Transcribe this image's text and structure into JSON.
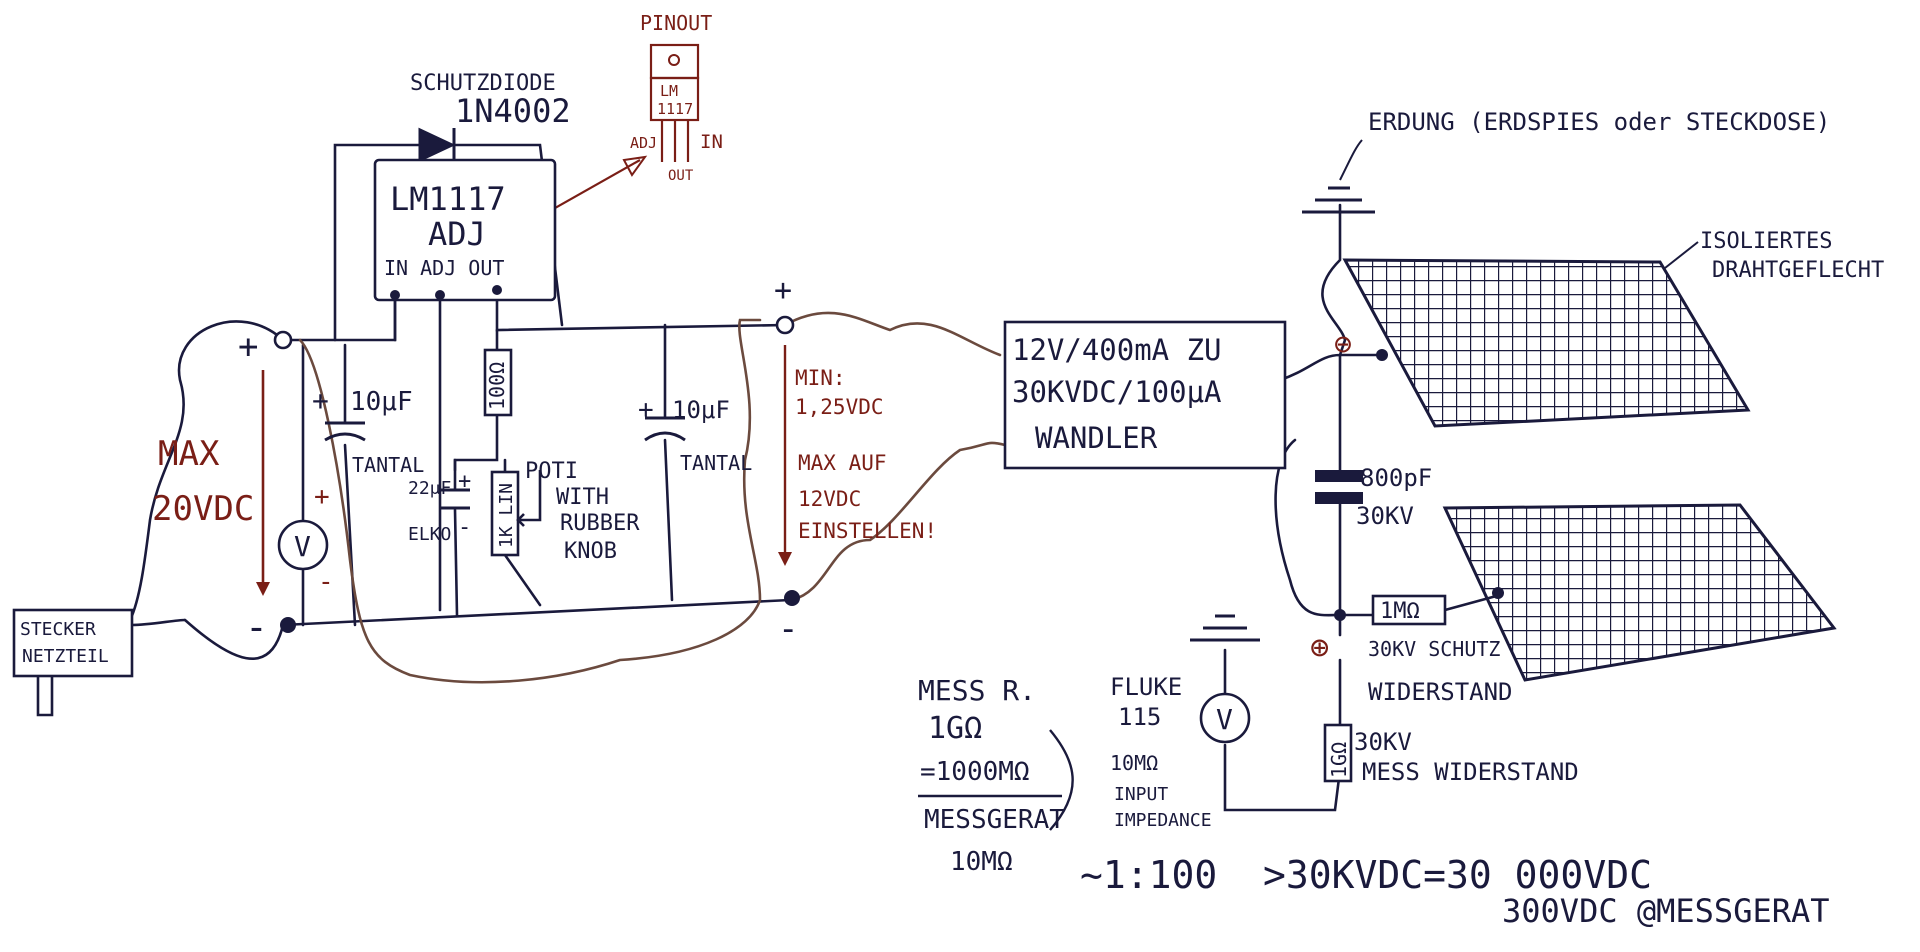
{
  "colors": {
    "ink": "#1a1a3c",
    "red_ink": "#7a1e16",
    "brown_ink": "#6b4a3e",
    "paper": "#ffffff"
  },
  "pinout": {
    "title": "PINOUT",
    "body": "LM",
    "body2": "1117",
    "adj": "ADJ",
    "out": "OUT",
    "in": "IN"
  },
  "diode": {
    "title": "SCHUTZDIODE",
    "part": "1N4002"
  },
  "regulator": {
    "line1": "LM1117",
    "line2": "ADJ",
    "pins": "IN ADJ OUT"
  },
  "input": {
    "plus": "+",
    "minus": "-",
    "max_line1": "MAX",
    "max_line2": "20VDC",
    "plug_line1": "STECKER",
    "plug_line2": "NETZTEIL",
    "voltmeter": "V",
    "vm_plus": "+",
    "vm_minus": "-"
  },
  "cap1": {
    "value": "10μF",
    "type": "TANTAL",
    "plus": "+"
  },
  "elko": {
    "value": "22μF",
    "type": "ELKO",
    "plus": "+",
    "minus": "-"
  },
  "resistor": {
    "value": "100Ω"
  },
  "poti": {
    "value": "1K LIN",
    "l1": "POTI",
    "l2": "WITH",
    "l3": "RUBBER",
    "l4": "KNOB"
  },
  "cap2": {
    "value": "10μF",
    "type": "TANTAL",
    "plus": "+"
  },
  "output": {
    "plus": "+",
    "minus": "-",
    "min_l1": "MIN:",
    "min_l2": "1,25VDC",
    "max_l1": "MAX AUF",
    "max_l2": "12VDC",
    "max_l3": "EINSTELLEN!"
  },
  "converter": {
    "l1": "12V/400mA ZU",
    "l2": "30KVDC/100μA",
    "l3": "WANDLER"
  },
  "ground": {
    "label": "ERDUNG (ERDSPIES oder STECKDOSE)"
  },
  "mesh": {
    "l1": "ISOLIERTES",
    "l2": "DRAHTGEFLECHT"
  },
  "polarity": {
    "minus": "⊖",
    "plus": "⊕"
  },
  "hv_cap": {
    "value": "800pF",
    "voltage": "30KV"
  },
  "prot_resistor": {
    "value": "1MΩ",
    "l1": "30KV SCHUTZ",
    "l2": "WIDERSTAND"
  },
  "meas_resistor": {
    "value": "1GΩ",
    "l1": "30KV",
    "l2": "MESS WIDERSTAND"
  },
  "fluke": {
    "l1": "FLUKE",
    "l2": "115",
    "l3": "10MΩ",
    "l4": "INPUT",
    "l5": "IMPEDANCE",
    "symbol": "V"
  },
  "mess_note": {
    "l1": "MESS R.",
    "l2": "1GΩ",
    "l3": "=1000MΩ",
    "l4": "MESSGERAT",
    "l5": "10MΩ"
  },
  "formula": {
    "l1": "~1:100  >30KVDC=30 000VDC",
    "l2": "300VDC @MESSGERAT"
  }
}
